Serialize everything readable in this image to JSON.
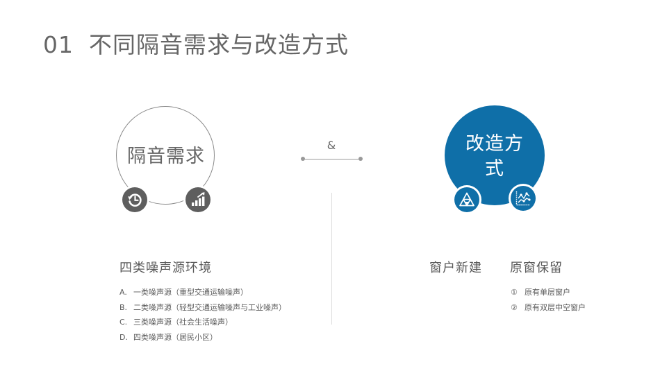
{
  "title": {
    "number": "01",
    "text": "不同隔音需求与改造方式"
  },
  "left_circle": {
    "label": "隔音需求",
    "icons": [
      "history-icon",
      "bar-chart-growth-icon"
    ],
    "colors": {
      "border": "#8a8a8a",
      "badge": "#5e5e5e"
    }
  },
  "connector": {
    "symbol": "&"
  },
  "right_circle": {
    "label_line1": "改造方",
    "label_line2": "式",
    "icons": [
      "triangle-pyramid-icon",
      "line-chart-icon"
    ],
    "colors": {
      "fill": "#0f6fa8",
      "badge": "#0f6fa8"
    }
  },
  "left_section": {
    "heading": "四类噪声源环境",
    "items": [
      {
        "marker": "A.",
        "text": "一类噪声源（重型交通运输噪声）"
      },
      {
        "marker": "B.",
        "text": "二类噪声源（轻型交通运输噪声与工业噪声）"
      },
      {
        "marker": "C.",
        "text": "三类噪声源（社会生活噪声）"
      },
      {
        "marker": "D.",
        "text": "四类噪声源（居民小区）"
      }
    ]
  },
  "right_section": {
    "heading_1": "窗户新建",
    "heading_2": "原窗保留",
    "items": [
      {
        "marker": "①",
        "text": "原有单层窗户"
      },
      {
        "marker": "②",
        "text": "原有双层中空窗户"
      }
    ]
  }
}
